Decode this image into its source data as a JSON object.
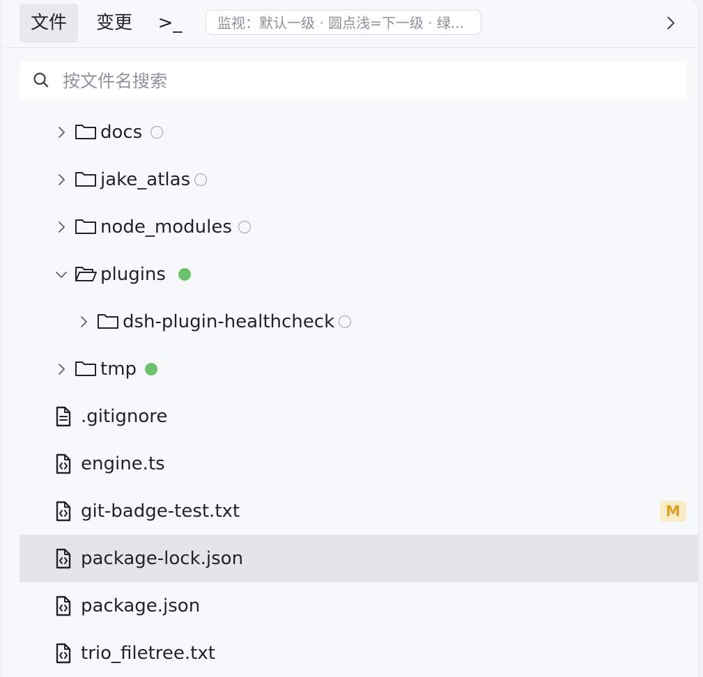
{
  "topbar": {
    "tabs": [
      {
        "label": "文件"
      },
      {
        "label": "变更"
      },
      {
        "label": ">_"
      }
    ],
    "hint": "监视：默认一级 · 圆点浅=下一级 · 绿..."
  },
  "search": {
    "placeholder": "按文件名搜索"
  },
  "tree": {
    "items": [
      {
        "label": "docs",
        "type": "folder",
        "expanded": false,
        "depth": 0,
        "watch": "empty"
      },
      {
        "label": "jake_atlas",
        "type": "folder",
        "expanded": false,
        "depth": 0,
        "watch": "empty"
      },
      {
        "label": "node_modules",
        "type": "folder",
        "expanded": false,
        "depth": 0,
        "watch": "empty"
      },
      {
        "label": "plugins",
        "type": "folder",
        "expanded": true,
        "depth": 0,
        "watch": "active"
      },
      {
        "label": "dsh-plugin-healthcheck",
        "type": "folder",
        "expanded": false,
        "depth": 1,
        "watch": "empty"
      },
      {
        "label": "tmp",
        "type": "folder",
        "expanded": false,
        "depth": 0,
        "watch": "active"
      },
      {
        "label": ".gitignore",
        "type": "file",
        "icon": "text-file-icon"
      },
      {
        "label": "engine.ts",
        "type": "file",
        "icon": "code-file-icon"
      },
      {
        "label": "git-badge-test.txt",
        "type": "file",
        "icon": "code-file-icon",
        "badge": "M"
      },
      {
        "label": "package-lock.json",
        "type": "file",
        "icon": "code-file-icon",
        "selected": true
      },
      {
        "label": "package.json",
        "type": "file",
        "icon": "code-file-icon"
      },
      {
        "label": "trio_filetree.txt",
        "type": "file",
        "icon": "code-file-icon"
      }
    ]
  },
  "colors": {
    "accent_dot": "#6cc16e",
    "badge_text": "#d9a224",
    "badge_bg": "#f9ecc6",
    "selected_row": "#e4e5e8"
  }
}
